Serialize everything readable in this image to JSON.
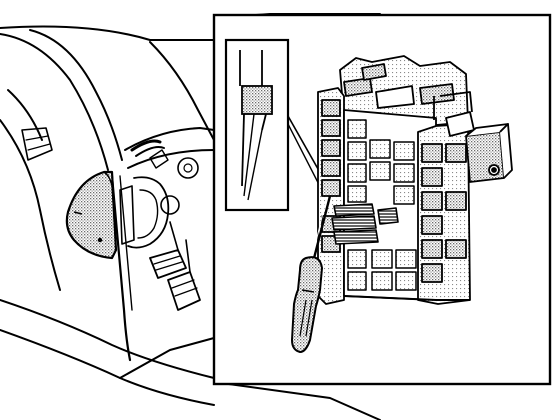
{
  "figure": {
    "kind": "technical line illustration",
    "line_color": "#000000",
    "background": "#ffffff",
    "fill_stipple": "#b8b8b8",
    "fill_dark": "#555555"
  },
  "parts": {
    "scene": "car-interior-driver-door-open",
    "cover": "fuse-box-cover-removed",
    "inset": "magnified-view-fuse-removal",
    "detail": "fuse-puller-clip",
    "fuse_box": "relay-fuse-box",
    "tool": "screwdriver"
  }
}
